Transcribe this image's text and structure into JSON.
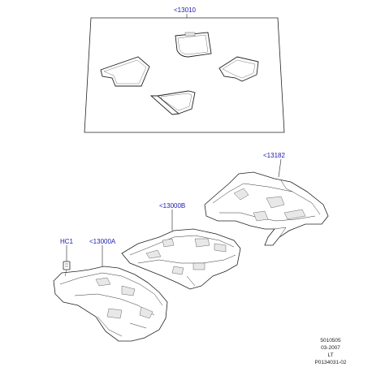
{
  "callouts": {
    "mats_set": "<13010",
    "rear_carpet": "<13182",
    "middle_carpet": "<13000B",
    "front_carpet": "<13000A",
    "clip": "HC1"
  },
  "stamp": {
    "line1": "5010505",
    "line2": "03-2007",
    "line3": "LT",
    "line4": "P0134031-02"
  }
}
